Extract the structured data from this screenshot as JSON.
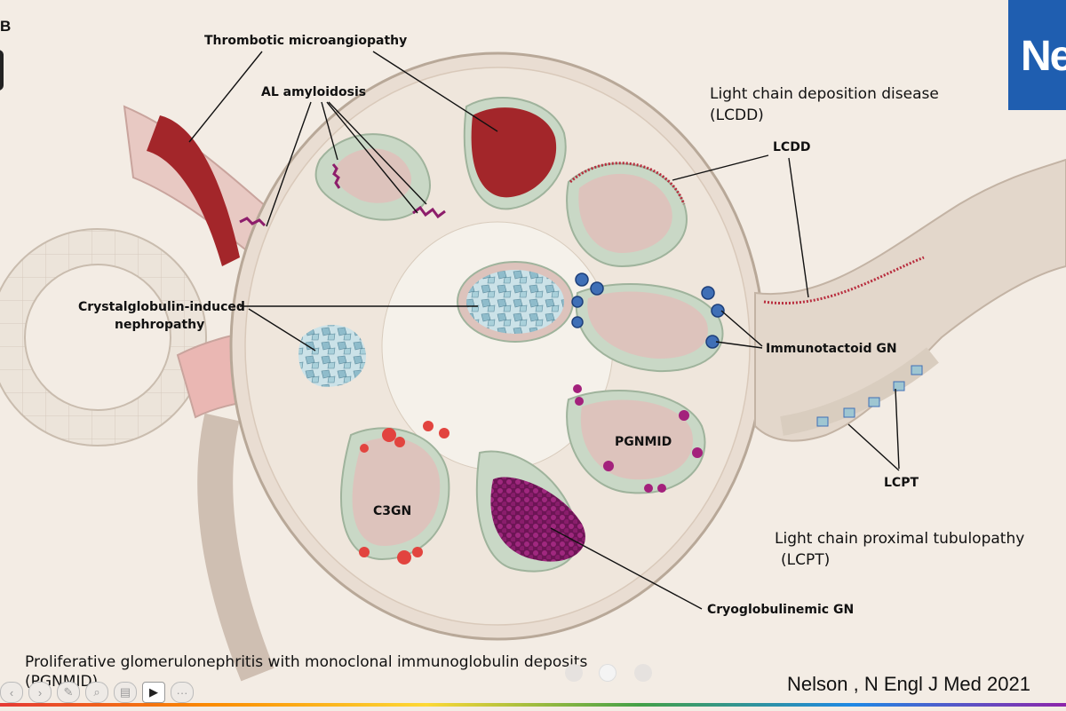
{
  "figure": {
    "panel_letter": "B",
    "journal_logo_text": "Ne",
    "citation": "Nelson , N Engl J Med 2021"
  },
  "labels": {
    "thrombotic": "Thrombotic microangiopathy",
    "al_amyloidosis": "AL amyloidosis",
    "crystal_line1": "Crystalglobulin-induced",
    "crystal_line2": "nephropathy",
    "lcdd_short": "LCDD",
    "immunotactoid": "Immunotactoid GN",
    "pgnmid_short": "PGNMID",
    "c3gn": "C3GN",
    "lcpt_short": "LCPT",
    "cryo": "Cryoglobulinemic GN"
  },
  "notes": {
    "lcdd_line1": "Light chain deposition disease",
    "lcdd_line2": "(LCDD)",
    "lcpt_line1": "Light chain proximal tubulopathy",
    "lcpt_line2": "(LCPT)",
    "pgnmid_line1": "Proliferative glomerulonephritis with monoclonal immunoglobulin deposits",
    "pgnmid_line2": "(PGNMID)"
  },
  "colors": {
    "background": "#f3ece4",
    "capsule": "#e9ddd2",
    "mesangium": "#c9d8c6",
    "capillary": "#e3c3bd",
    "thrombus": "#a3262a",
    "deposit_purple": "#8d1d6b",
    "deposit_red": "#e2443f",
    "deposit_blue": "#3f6fb6",
    "crystal": "#9fc6d1",
    "logo": "#1f5eb0"
  }
}
